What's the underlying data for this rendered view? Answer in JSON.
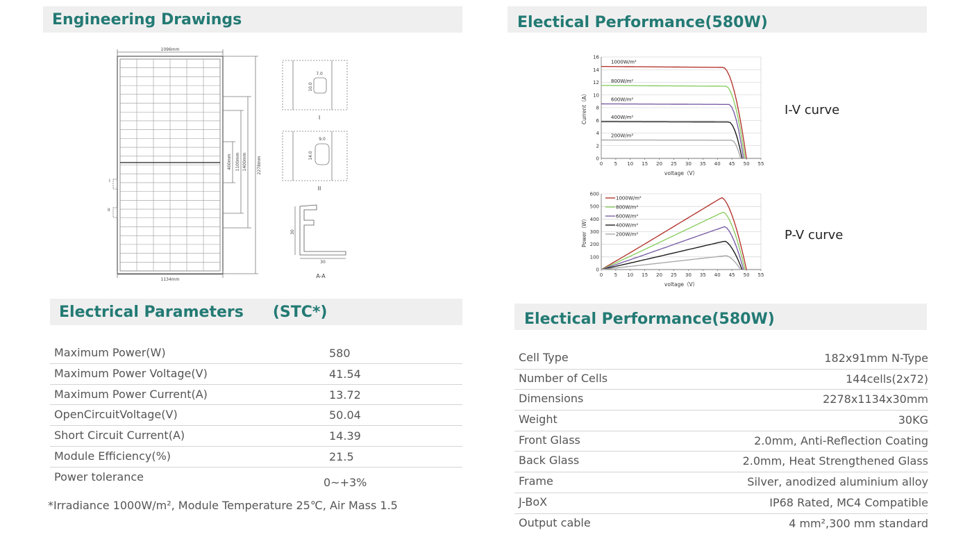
{
  "drawings": {
    "title": "Engineering Drawings",
    "dim_width_top": "1096mm",
    "dim_width_bottom": "1134mm",
    "dim_height": "2278mm",
    "dim_1400": "1400mm",
    "dim_1100": "1100mm",
    "dim_400": "400mm",
    "marker_i": "I",
    "marker_ii": "II",
    "detail_i_w": "7.0",
    "detail_i_h": "10.0",
    "detail_i_label": "I",
    "detail_ii_w": "9.0",
    "detail_ii_h": "14.0",
    "detail_ii_label": "II",
    "frame_h": "30",
    "frame_w": "30",
    "frame_label": "A-A"
  },
  "performance_charts": {
    "title": "Electical Performance(580W)",
    "iv_label": "I-V curve",
    "pv_label": "P-V curve"
  },
  "chart_data": [
    {
      "type": "line",
      "name": "I-V curve",
      "xlabel": "voltage（V）",
      "ylabel": "Current（A）",
      "xlim": [
        0,
        55
      ],
      "ylim": [
        0,
        16
      ],
      "x_ticks": [
        "0",
        "5",
        "10",
        "15",
        "20",
        "25",
        "30",
        "35",
        "40",
        "45",
        "50",
        "55"
      ],
      "y_ticks": [
        "0",
        "2",
        "4",
        "6",
        "8",
        "10",
        "12",
        "14",
        "16"
      ],
      "grid": true,
      "series": [
        {
          "name": "1000W/m²",
          "color": "#b5372f",
          "isc": 14.5,
          "vknee": 42,
          "voc": 50.0
        },
        {
          "name": "800W/m²",
          "color": "#8ccd63",
          "isc": 11.5,
          "vknee": 43,
          "voc": 49.5
        },
        {
          "name": "600W/m²",
          "color": "#7a5fa6",
          "isc": 8.6,
          "vknee": 44,
          "voc": 49.0
        },
        {
          "name": "400W/m²",
          "color": "#1a1a1a",
          "isc": 5.8,
          "vknee": 44,
          "voc": 48.5
        },
        {
          "name": "200W/m²",
          "color": "#a9a9a9",
          "isc": 2.9,
          "vknee": 45,
          "voc": 48.0
        }
      ]
    },
    {
      "type": "line",
      "name": "P-V curve",
      "xlabel": "voltage（V）",
      "ylabel": "Power（W）",
      "xlim": [
        0,
        55
      ],
      "ylim": [
        0,
        600
      ],
      "x_ticks": [
        "0",
        "5",
        "10",
        "15",
        "20",
        "25",
        "30",
        "35",
        "40",
        "45",
        "50",
        "55"
      ],
      "y_ticks": [
        "0",
        "100",
        "200",
        "300",
        "400",
        "500",
        "600"
      ],
      "grid": true,
      "legend": "top-left",
      "series": [
        {
          "name": "1000W/m²",
          "color": "#b5372f",
          "pmax": 570,
          "vmp": 41.5,
          "voc": 50.0
        },
        {
          "name": "800W/m²",
          "color": "#8ccd63",
          "pmax": 455,
          "vmp": 42.0,
          "voc": 49.5
        },
        {
          "name": "600W/m²",
          "color": "#7a5fa6",
          "pmax": 340,
          "vmp": 42.5,
          "voc": 49.0
        },
        {
          "name": "400W/m²",
          "color": "#1a1a1a",
          "pmax": 225,
          "vmp": 42.5,
          "voc": 48.5
        },
        {
          "name": "200W/m²",
          "color": "#a9a9a9",
          "pmax": 110,
          "vmp": 43.0,
          "voc": 48.0
        }
      ]
    }
  ],
  "electrical_parameters": {
    "title": "Electrical Parameters",
    "stc": "(STC*)",
    "rows": [
      {
        "label": "Maximum Power(W)",
        "value": "580"
      },
      {
        "label": "Maximum Power Voltage(V)",
        "value": "41.54"
      },
      {
        "label": "Maximum Power Current(A)",
        "value": "13.72"
      },
      {
        "label": "OpenCircuitVoltage(V)",
        "value": "50.04"
      },
      {
        "label": "Short Circuit Current(A)",
        "value": "14.39"
      },
      {
        "label": "Module Efficiency(%)",
        "value": "21.5"
      },
      {
        "label": "Power tolerance",
        "value": "0~+3%"
      }
    ],
    "footnote": "*Irradiance 1000W/m², Module Temperature 25℃, Air Mass 1.5"
  },
  "specs": {
    "title": "Electical Performance(580W)",
    "rows": [
      {
        "label": "Cell Type",
        "value": "182x91mm N-Type"
      },
      {
        "label": "Number of Cells",
        "value": "144cells(2x72)"
      },
      {
        "label": "Dimensions",
        "value": "2278x1134x30mm"
      },
      {
        "label": "Weight",
        "value": "30KG"
      },
      {
        "label": "Front Glass",
        "value": "2.0mm, Anti-Reflection Coating"
      },
      {
        "label": "Back Glass",
        "value": "2.0mm, Heat Strengthened Glass"
      },
      {
        "label": "Frame",
        "value": "Silver, anodized aluminium alloy"
      },
      {
        "label": "J-BoX",
        "value": "IP68 Rated, MC4 Compatible"
      },
      {
        "label": "Output cable",
        "value": "4 mm²,300 mm standard"
      }
    ]
  }
}
